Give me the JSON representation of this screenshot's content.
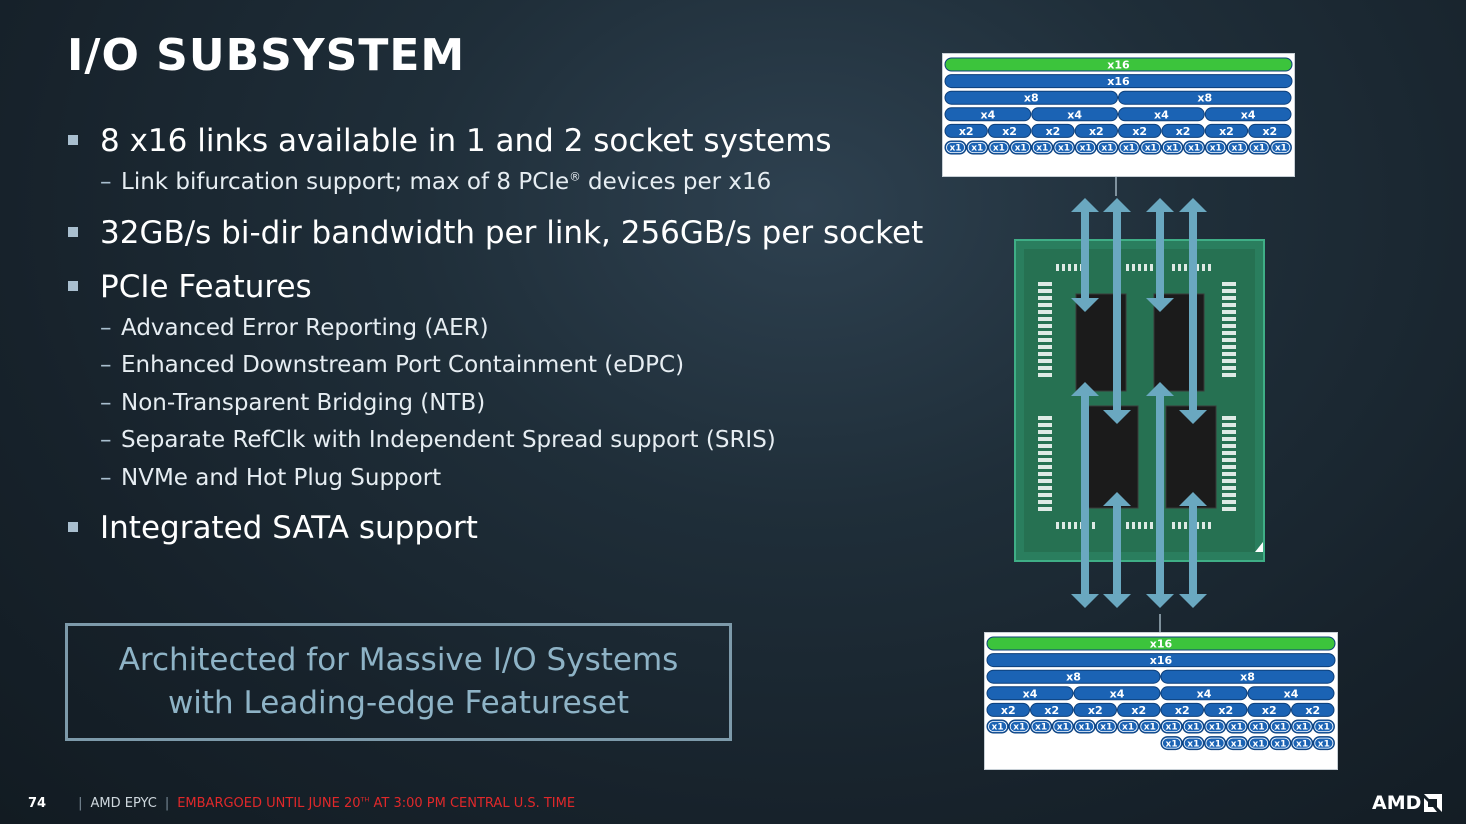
{
  "slide": {
    "title": "I/O SUBSYSTEM",
    "bullets": [
      {
        "text": "8 x16 links available in 1 and 2 socket systems"
      },
      {
        "sub_pre": "Link bifurcation support; max of 8 PCIe",
        "sub_sup": "®",
        "sub_post": " devices per x16"
      },
      {
        "text": "32GB/s bi-dir bandwidth per link, 256GB/s per socket"
      },
      {
        "text": "PCIe Features"
      },
      {
        "sub": "Advanced Error Reporting (AER)"
      },
      {
        "sub": "Enhanced Downstream Port Containment (eDPC)"
      },
      {
        "sub": "Non-Transparent Bridging (NTB)"
      },
      {
        "sub": "Separate RefClk with Independent Spread support (SRIS)"
      },
      {
        "sub": "NVMe and Hot Plug Support"
      },
      {
        "text": "Integrated SATA support"
      }
    ],
    "dash": "–",
    "callout": [
      "Architected for Massive I/O Systems",
      "with Leading-edge Featureset"
    ]
  },
  "lanes": {
    "x16": "x16",
    "x8": "x8",
    "x4": "x4",
    "x2": "x2",
    "x1": "x1"
  },
  "footer": {
    "page": "74",
    "sep": "|",
    "brand": "AMD EPYC",
    "embargo_pre": "EMBARGOED UNTIL JUNE  20",
    "embargo_sup": "TH",
    "embargo_post": " AT 3:00 PM CENTRAL U.S. TIME",
    "logo": "AMD"
  },
  "colors": {
    "green_lane": "#3cc43c",
    "blue_lane": "#1b63b4",
    "lane_border": "#0d3f7a",
    "arrow": "#6aa8c0",
    "package": "#2a7e5e",
    "die": "#1b1b1b",
    "embargo": "#e0282a",
    "callout": "#8eb3c6"
  }
}
